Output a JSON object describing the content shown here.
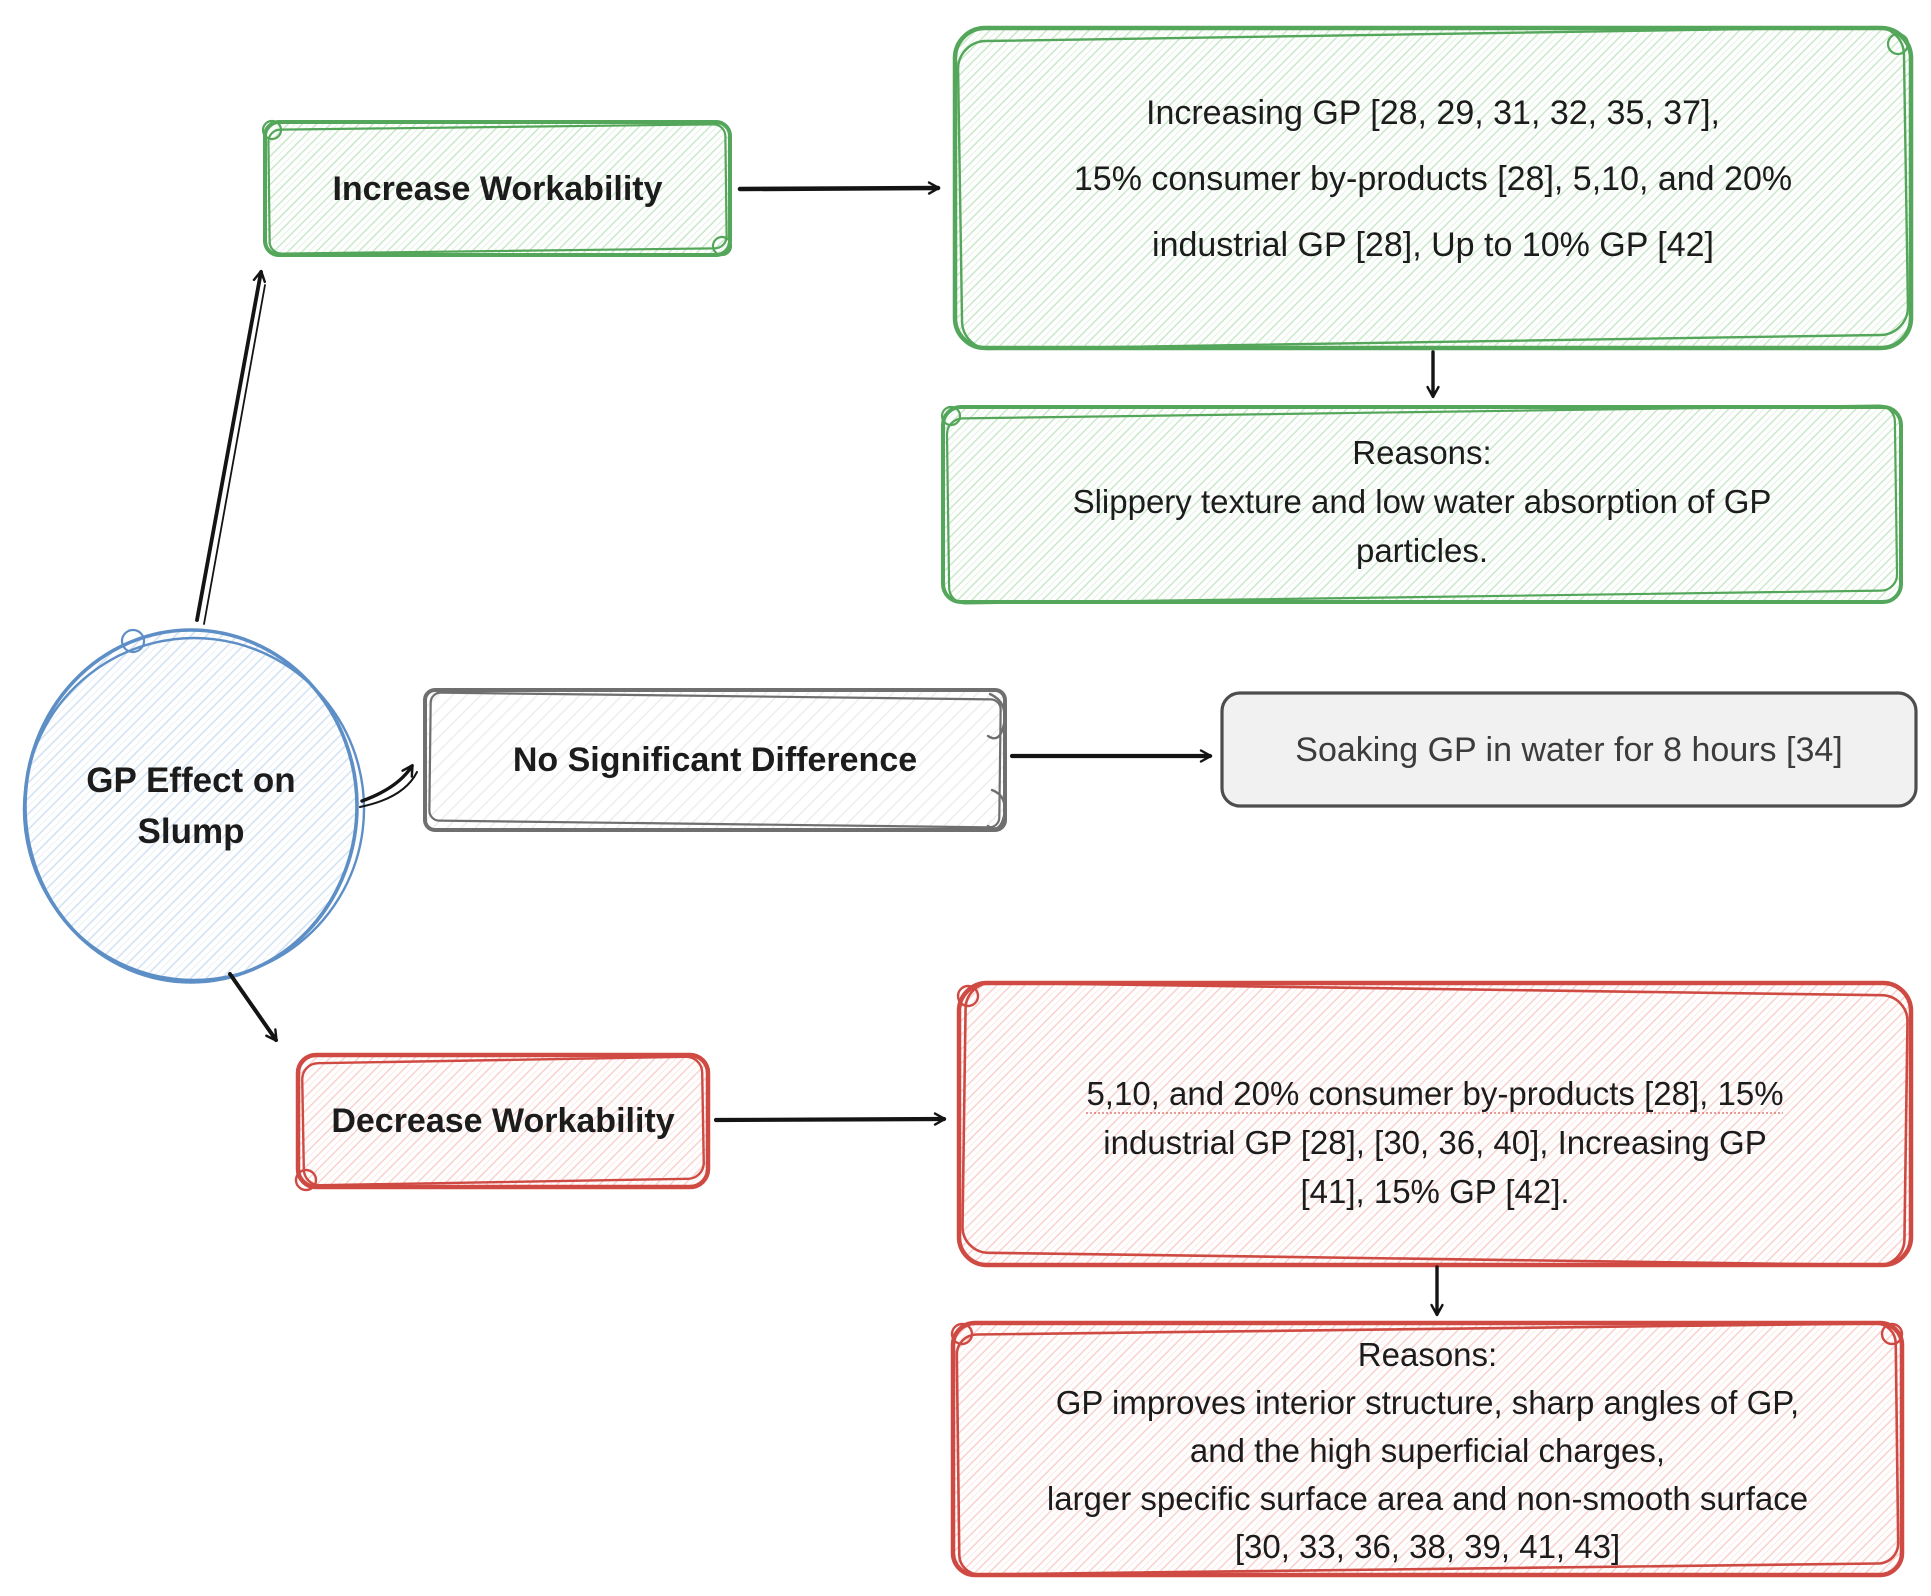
{
  "diagram": {
    "root": {
      "lines": [
        "GP Effect on",
        "Slump"
      ]
    },
    "increase": {
      "label": "Increase Workability",
      "detail_lines": [
        "Increasing GP [28, 29, 31, 32, 35, 37],",
        "15% consumer by-products [28], 5,10, and 20%",
        "industrial GP [28], Up to 10% GP [42]"
      ],
      "reasons_lines": [
        "Reasons:",
        "Slippery texture and low water absorption of GP",
        "particles."
      ]
    },
    "no_difference": {
      "label": "No Significant Difference",
      "detail": "Soaking GP in water for 8 hours [34]"
    },
    "decrease": {
      "label": "Decrease Workability",
      "detail_lines": [
        "5,10, and 20% consumer by-products [28],  15%",
        "industrial GP [28],  [30, 36, 40], Increasing GP",
        "[41], 15% GP [42]."
      ],
      "reasons_lines": [
        "Reasons:",
        "GP improves interior structure, sharp angles of GP,",
        "and the high superficial charges,",
        "larger specific surface area and non-smooth surface",
        "[30, 33, 36, 38, 39, 41, 43]"
      ]
    },
    "colors": {
      "green": "#54a65a",
      "red": "#cf4a42",
      "blue": "#5d8fc6",
      "gray": "#6f6f6f",
      "gray_box_border": "#4d4d4d",
      "gray_box_fill": "#f1f1f1",
      "green_hatch": "#8ccb8c",
      "red_hatch": "#f2a39c",
      "blue_hatch": "#a9c6e8",
      "gray_hatch": "#d7d7d7",
      "arrow": "#141414",
      "text": "#1c1c1c",
      "gray_text": "#3c3c3c"
    }
  }
}
